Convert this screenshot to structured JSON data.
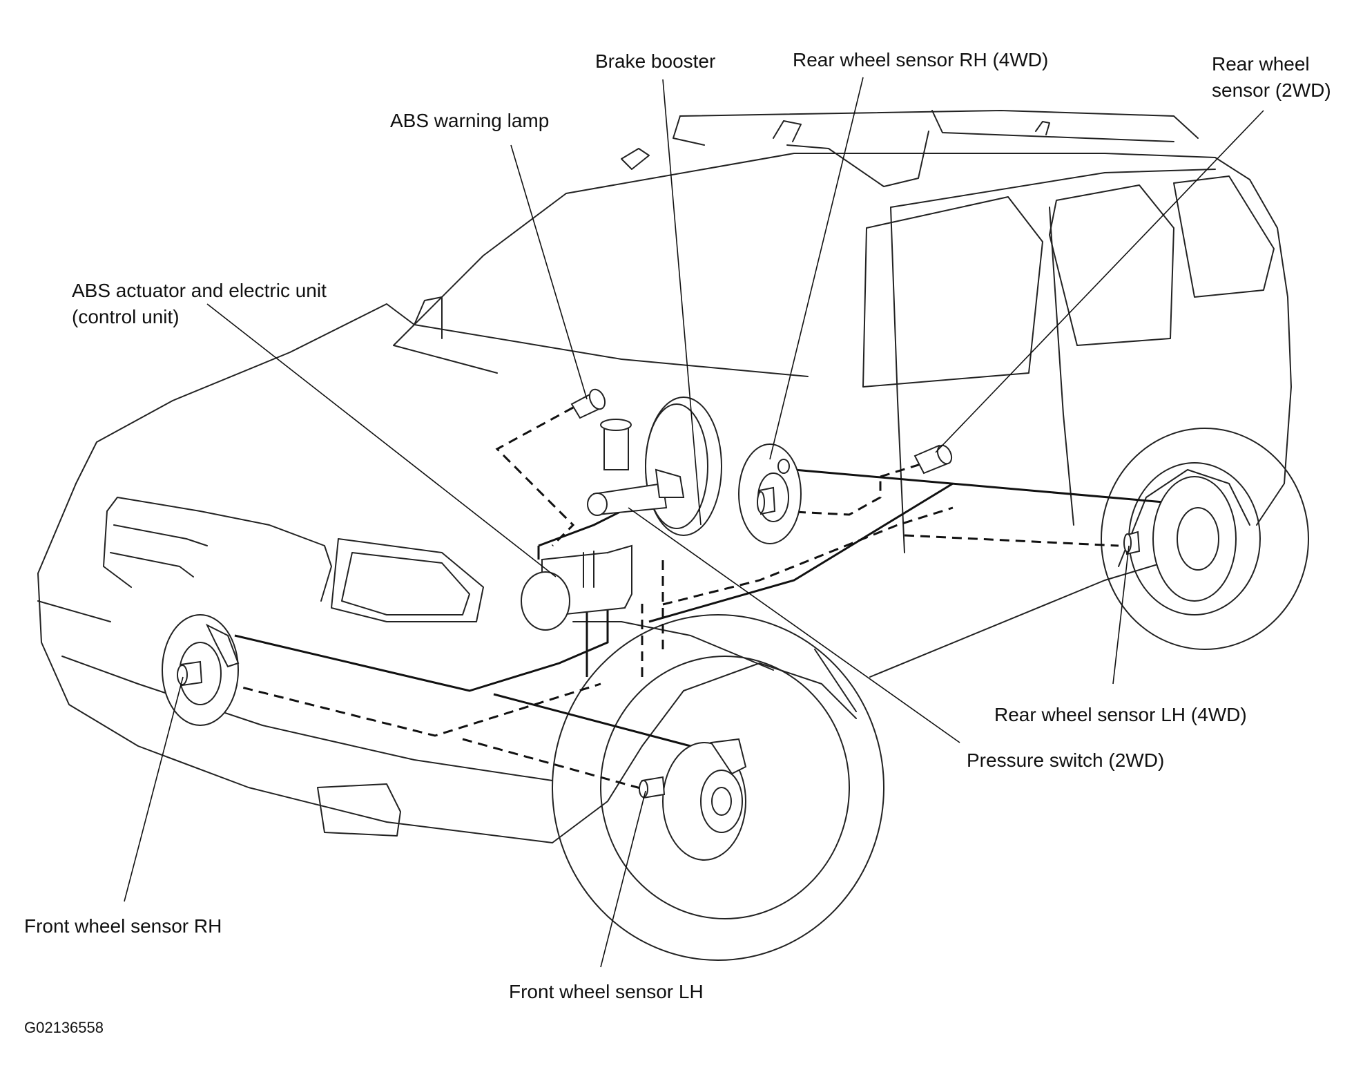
{
  "labels": {
    "brake_booster": "Brake booster",
    "rear_rh_4wd": "Rear wheel sensor RH (4WD)",
    "rear_2wd_line1": "Rear wheel",
    "rear_2wd_line2": "sensor (2WD)",
    "abs_lamp": "ABS warning lamp",
    "abs_actuator_line1": "ABS actuator and electric unit",
    "abs_actuator_line2": "(control unit)",
    "rear_lh_4wd": "Rear wheel sensor LH (4WD)",
    "pressure_switch": "Pressure switch (2WD)",
    "front_rh": "Front wheel sensor RH",
    "front_lh": "Front wheel sensor LH"
  },
  "figure_code": "G02136558"
}
